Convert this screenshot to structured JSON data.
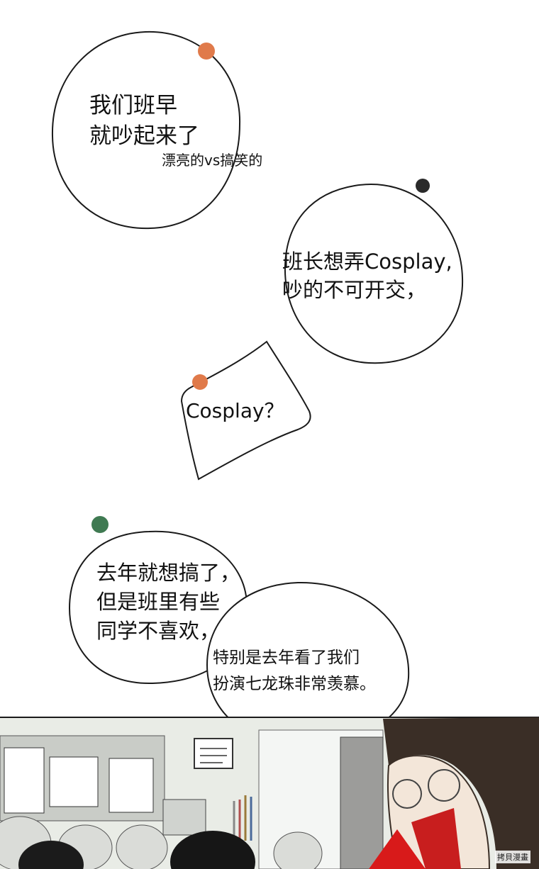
{
  "bubbles": {
    "b1_line1": "我们班早",
    "b1_line2": "就吵起来了",
    "b1_aside": "漂亮的vs搞笑的",
    "b2_line1": "班长想弄Cosplay,",
    "b2_line2": "吵的不可开交，",
    "b3_text": "Cosplay？",
    "b4_line1": "去年就想搞了，",
    "b4_line2": "但是班里有些",
    "b4_line3": "同学不喜欢，",
    "b5_line1": "特别是去年看了我们",
    "b5_line2": "扮演七龙珠非常羡慕。"
  },
  "dots": {
    "orange": "#e07a4a",
    "dark": "#2a2a2a",
    "green": "#3f7a52"
  },
  "watermark": "拷貝漫畫"
}
